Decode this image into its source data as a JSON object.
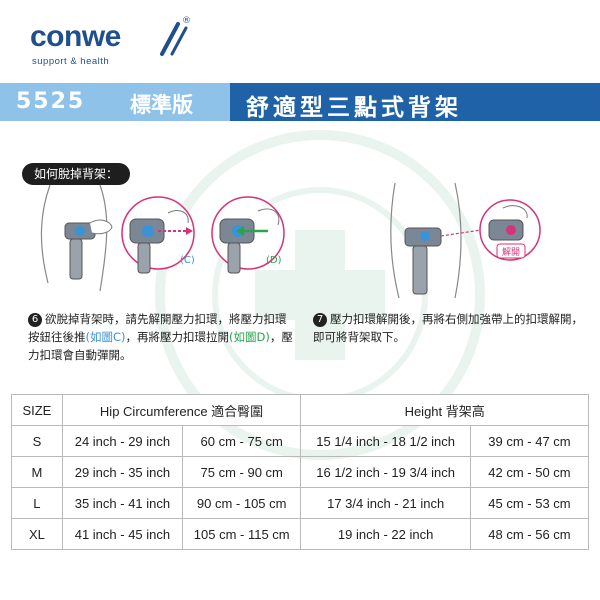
{
  "brand": {
    "name": "conwe",
    "tagline": "support & health",
    "reg_mark": "®",
    "color": "#1f4f8c"
  },
  "banner": {
    "model": "5525",
    "version": "標準版",
    "title": "舒適型三點式背架",
    "left_color": "#8ec2e8",
    "right_color": "#1f62a8"
  },
  "section_label": "如何脫掉背架：",
  "illustrations": {
    "callout_c": "(C)",
    "callout_d": "(D)",
    "callout_release": "解開"
  },
  "steps": [
    {
      "num": "6",
      "text_1": "欲脫掉背架時，請先解開壓力扣環，將壓力扣環按鈕往後推",
      "ref_1": "(如圖C)",
      "text_2": "，再將壓力扣環拉開",
      "ref_2": "(如圖D)",
      "text_3": "，壓力扣環會自動彈開。"
    },
    {
      "num": "7",
      "text": "壓力扣環解開後，再將右側加強帶上的扣環解開，即可將背架取下。"
    }
  ],
  "size_table": {
    "headers": {
      "size": "SIZE",
      "hip": "Hip Circumference  適合臀圍",
      "height": "Height  背架高"
    },
    "rows": [
      {
        "size": "S",
        "hip_in": "24 inch - 29 inch",
        "hip_cm": "60 cm - 75 cm",
        "h_in": "15 1/4 inch - 18 1/2 inch",
        "h_cm": "39 cm - 47 cm"
      },
      {
        "size": "M",
        "hip_in": "29 inch - 35 inch",
        "hip_cm": "75 cm - 90 cm",
        "h_in": "16 1/2 inch - 19 3/4 inch",
        "h_cm": "42 cm - 50 cm"
      },
      {
        "size": "L",
        "hip_in": "35 inch - 41 inch",
        "hip_cm": "90 cm - 105 cm",
        "h_in": "17 3/4 inch - 21 inch",
        "h_cm": "45 cm - 53 cm"
      },
      {
        "size": "XL",
        "hip_in": "41 inch - 45 inch",
        "hip_cm": "105 cm - 115 cm",
        "h_in": "19 inch - 22 inch",
        "h_cm": "48 cm - 56 cm"
      }
    ]
  }
}
